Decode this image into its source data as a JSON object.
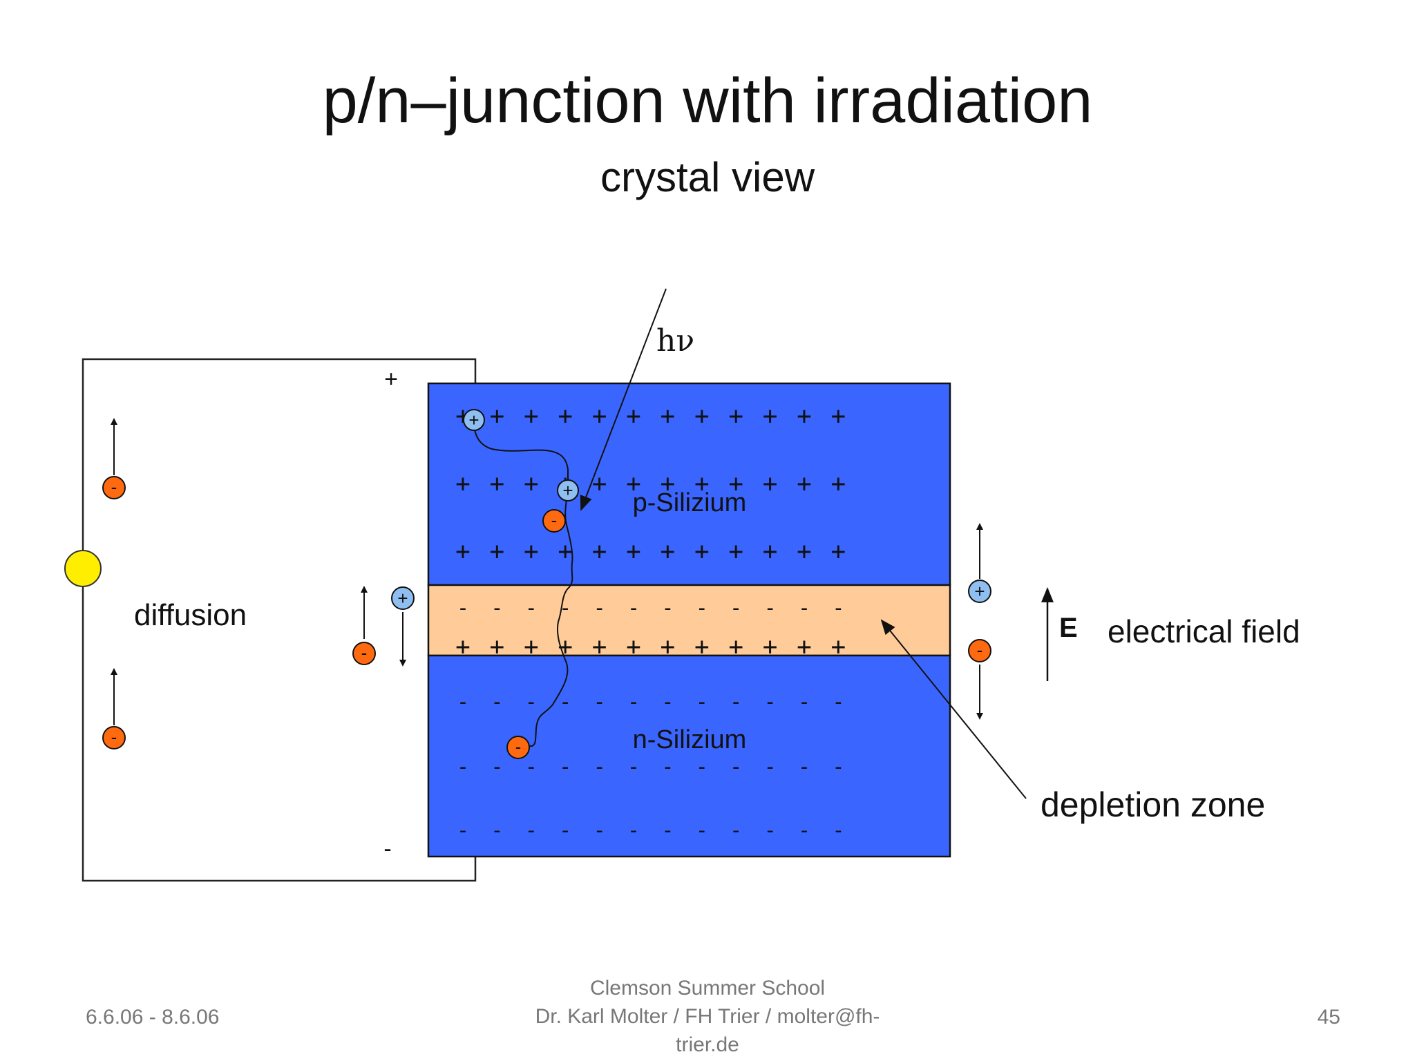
{
  "slide": {
    "title": "p/n–junction with irradiation",
    "subtitle": "crystal view"
  },
  "diagram": {
    "photon_label": "hν",
    "p_region_label": "p-Silizium",
    "n_region_label": "n-Silizium",
    "diffusion_label": "diffusion",
    "field_symbol": "E",
    "field_label": "electrical field",
    "depletion_label": "depletion zone",
    "terminal_plus": "+",
    "terminal_minus": "-",
    "hole_sign": "+",
    "electron_sign": "-",
    "fixed_positive": "+",
    "fixed_negative": "-",
    "colors": {
      "semiconductor": "#3a66ff",
      "depletion_zone": "#ffcc99",
      "electron": "#ff6a10",
      "hole": "#8fbff0",
      "lamp": "#ffee00"
    }
  },
  "footer": {
    "date": "6.6.06 - 8.6.06",
    "event": "Clemson Summer School",
    "author": "Dr. Karl Molter / FH Trier / molter@fh-",
    "author_cont": "trier.de",
    "page": "45"
  }
}
